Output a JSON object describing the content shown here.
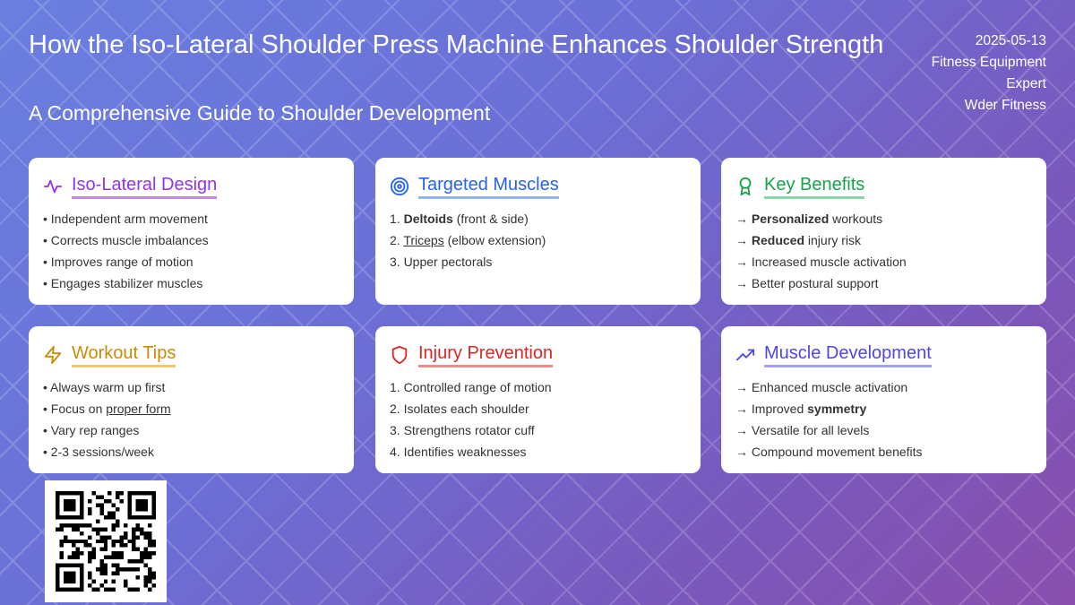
{
  "header": {
    "title": "How the Iso-Lateral Shoulder Press Machine Enhances Shoulder Strength",
    "subtitle": "A Comprehensive Guide to Shoulder Development",
    "date": "2025-05-13",
    "category": "Fitness Equipment",
    "level": "Expert",
    "author": "Wder Fitness"
  },
  "cards": [
    {
      "title": "Iso-Lateral Design",
      "icon": "activity-icon",
      "color": "#9333ea",
      "line": "#c084fc",
      "items": [
        [
          {
            "t": "• Independent arm movement"
          }
        ],
        [
          {
            "t": "• Corrects muscle imbalances"
          }
        ],
        [
          {
            "t": "• Improves range of motion"
          }
        ],
        [
          {
            "t": "• Engages stabilizer muscles"
          }
        ]
      ]
    },
    {
      "title": "Targeted Muscles",
      "icon": "target-icon",
      "color": "#2563eb",
      "line": "#93b4f5",
      "items": [
        [
          {
            "t": "1. "
          },
          {
            "t": "Deltoids",
            "s": "b"
          },
          {
            "t": " (front & side)"
          }
        ],
        [
          {
            "t": "2. "
          },
          {
            "t": "Triceps",
            "s": "u"
          },
          {
            "t": " (elbow extension)"
          }
        ],
        [
          {
            "t": "3. Upper pectorals"
          }
        ]
      ]
    },
    {
      "title": "Key Benefits",
      "icon": "award-icon",
      "color": "#16a34a",
      "line": "#86d9a4",
      "items": [
        [
          {
            "t": "→ "
          },
          {
            "t": "Personalized",
            "s": "b"
          },
          {
            "t": " workouts"
          }
        ],
        [
          {
            "t": "→ "
          },
          {
            "t": "Reduced",
            "s": "b"
          },
          {
            "t": " injury risk"
          }
        ],
        [
          {
            "t": "→ Increased muscle activation"
          }
        ],
        [
          {
            "t": "→ Better postural support"
          }
        ]
      ]
    },
    {
      "title": "Workout Tips",
      "icon": "lightning-icon",
      "color": "#ca8a04",
      "line": "#ecc969",
      "items": [
        [
          {
            "t": "• Always warm up first"
          }
        ],
        [
          {
            "t": "• Focus on "
          },
          {
            "t": "proper form",
            "s": "u"
          }
        ],
        [
          {
            "t": "• Vary rep ranges"
          }
        ],
        [
          {
            "t": "• 2-3 sessions/week"
          }
        ]
      ]
    },
    {
      "title": "Injury Prevention",
      "icon": "shield-icon",
      "color": "#dc2626",
      "line": "#f08a8a",
      "items": [
        [
          {
            "t": "1. Controlled range of motion"
          }
        ],
        [
          {
            "t": "2. Isolates each shoulder"
          }
        ],
        [
          {
            "t": "3. Strengthens rotator cuff"
          }
        ],
        [
          {
            "t": "4. Identifies weaknesses"
          }
        ]
      ]
    },
    {
      "title": "Muscle Development",
      "icon": "trending-up-icon",
      "color": "#4f46e5",
      "line": "#a5a0f0",
      "items": [
        [
          {
            "t": "→ Enhanced muscle activation"
          }
        ],
        [
          {
            "t": "→ Improved "
          },
          {
            "t": "symmetry",
            "s": "b"
          }
        ],
        [
          {
            "t": "→ Versatile for all levels"
          }
        ],
        [
          {
            "t": "→ Compound movement benefits"
          }
        ]
      ]
    }
  ]
}
